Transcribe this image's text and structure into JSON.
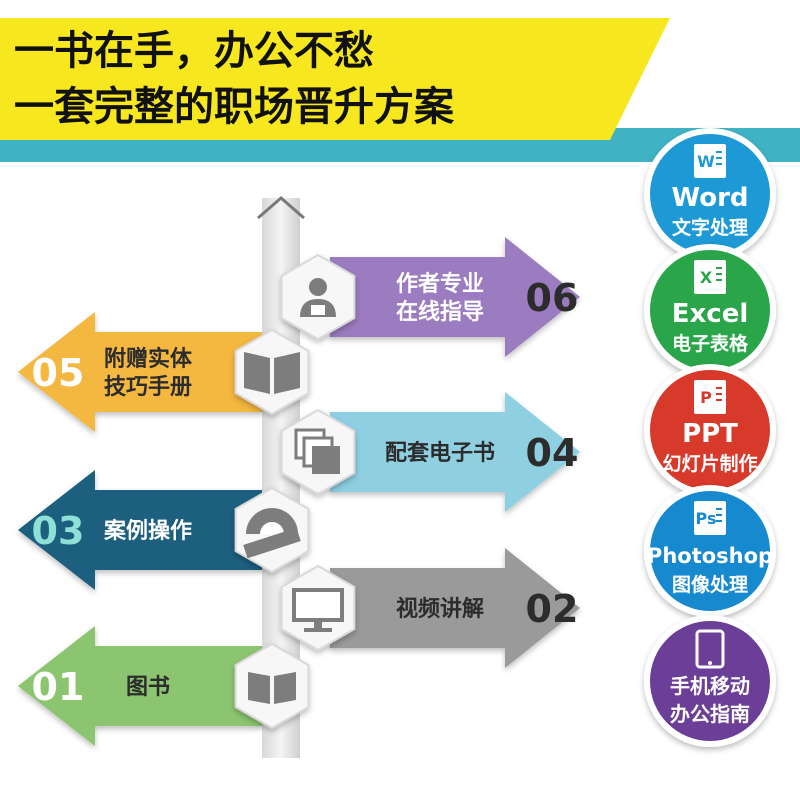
{
  "banner": {
    "line1": "一书在手，办公不愁",
    "line2": "一套完整的职场晋升方案",
    "color_yellow": "#f6e71e",
    "color_teal": "#3fb3c3"
  },
  "steps": [
    {
      "num": "06",
      "label_lines": [
        "作者专业",
        "在线指导"
      ],
      "icon": "teacher-icon",
      "color": "#9b7bc0",
      "direction": "right"
    },
    {
      "num": "05",
      "label_lines": [
        "附赠实体",
        "技巧手册"
      ],
      "icon": "open-book-icon",
      "color": "#f4b840",
      "direction": "left"
    },
    {
      "num": "04",
      "label_lines": [
        "配套电子书"
      ],
      "icon": "ebook-pages-icon",
      "color": "#8fcfe2",
      "direction": "right"
    },
    {
      "num": "03",
      "label_lines": [
        "案例操作"
      ],
      "icon": "ruler-protractor-icon",
      "color": "#1f5f7e",
      "direction": "left"
    },
    {
      "num": "02",
      "label_lines": [
        "视频讲解"
      ],
      "icon": "monitor-icon",
      "color": "#9a9a9a",
      "direction": "right"
    },
    {
      "num": "01",
      "label_lines": [
        "图书"
      ],
      "icon": "book-icon",
      "color": "#8cc56f",
      "direction": "left"
    }
  ],
  "badges": [
    {
      "title": "Word",
      "subtitle": "文字处理",
      "icon": "word-doc-icon",
      "glyph": "W",
      "color": "#1d9ad6"
    },
    {
      "title": "Excel",
      "subtitle": "电子表格",
      "icon": "excel-sheet-icon",
      "glyph": "X",
      "color": "#2aa54a"
    },
    {
      "title": "PPT",
      "subtitle": "幻灯片制作",
      "icon": "ppt-slide-icon",
      "glyph": "P",
      "color": "#d7392b"
    },
    {
      "title": "Photoshop",
      "subtitle": "图像处理",
      "icon": "photoshop-icon",
      "glyph": "Ps",
      "color": "#1689cf"
    },
    {
      "title": "",
      "subtitle": "手机移动",
      "subtitle2": "办公指南",
      "icon": "tablet-icon",
      "glyph": "",
      "color": "#6b3f98"
    }
  ]
}
